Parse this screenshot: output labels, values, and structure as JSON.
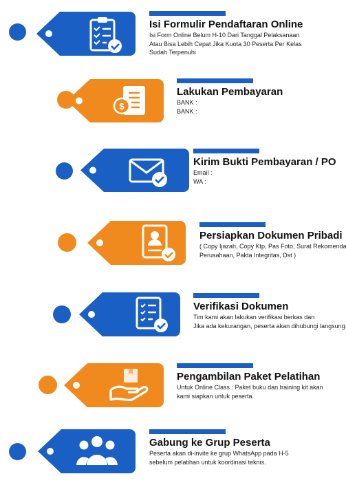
{
  "colors": {
    "blue": "#1a5fc4",
    "orange": "#f08a1e",
    "white": "#ffffff"
  },
  "steps": [
    {
      "title": "Isi Formulir Pendaftaran Online",
      "lines": [
        "Isi Form Online Belum H-10 Dari Tanggal Pelaksanaan",
        "Atau Bisa Lebih Cepat Jika Kuota 30 Peserta Per Kelas",
        "Sudah Terpenuhi"
      ],
      "icon": "clipboard-check-icon",
      "color": "blue"
    },
    {
      "title": "Lakukan Pembayaran",
      "lines": [
        "BANK :",
        "BANK :"
      ],
      "icon": "invoice-dollar-icon",
      "color": "orange"
    },
    {
      "title": "Kirim Bukti Pembayaran / PO",
      "lines": [
        "Email :",
        "WA :"
      ],
      "icon": "envelope-check-icon",
      "color": "blue"
    },
    {
      "title": "Persiapkan Dokumen Pribadi",
      "lines": [
        "( Copy Ijazah, Copy Ktp, Pas Foto, Surat Rekomendasi",
        "Perusahaan, Pakta Integritas, Dst )"
      ],
      "icon": "profile-document-icon",
      "color": "orange"
    },
    {
      "title": "Verifikasi Dokumen",
      "lines": [
        "Tim kami akan lakukan verifikasi berkas dan",
        "Jika ada kekurangan, peserta akan dihubungi langsung."
      ],
      "icon": "checklist-document-icon",
      "color": "blue"
    },
    {
      "title": "Pengambilan Paket Pelatihan",
      "lines": [
        "Untuk Online Class : Paket buku dan training kit akan",
        "kami siapkan untuk peserta."
      ],
      "icon": "hand-box-icon",
      "color": "orange"
    },
    {
      "title": "Gabung ke Grup Peserta",
      "lines": [
        "Peserta akan di-invite ke grup WhatsApp pada H-5",
        "sebelum pelatihan untuk koordinasi teknis."
      ],
      "icon": "user-group-icon",
      "color": "blue"
    }
  ]
}
